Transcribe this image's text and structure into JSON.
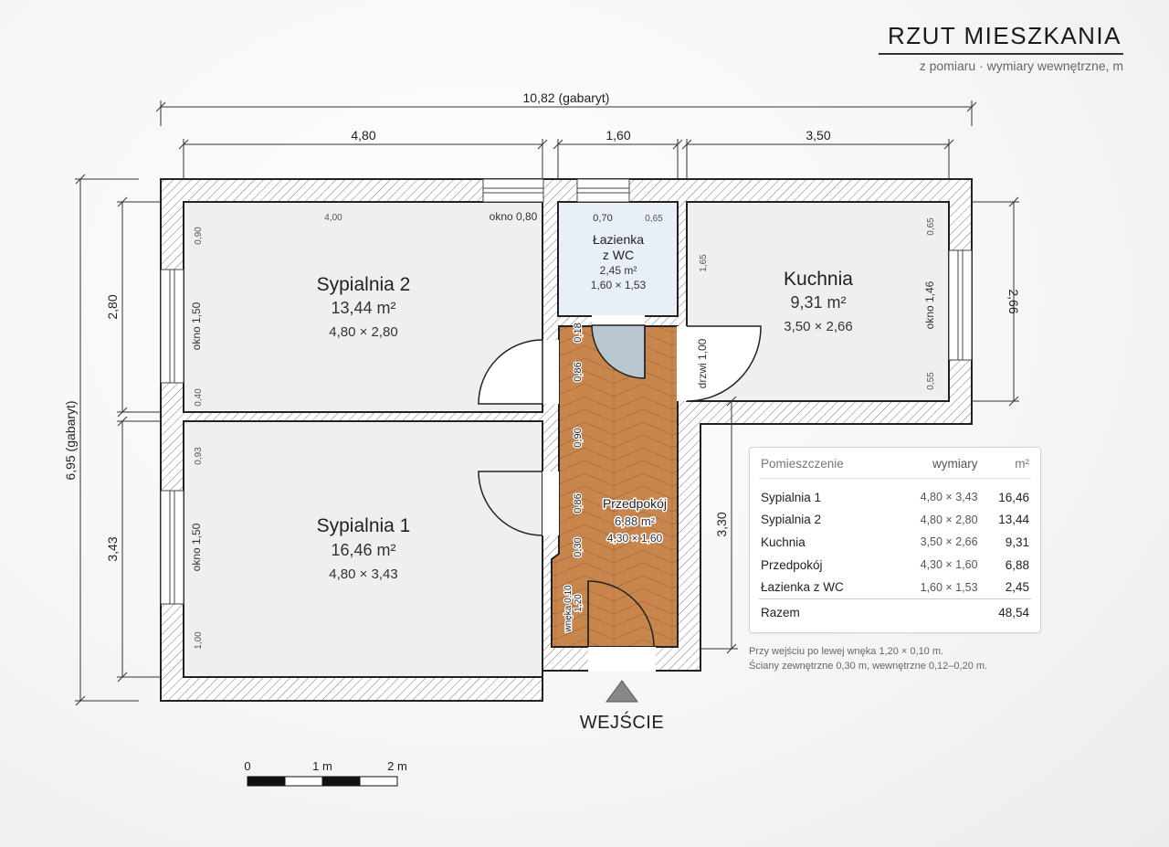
{
  "title": "RZUT MIESZKANIA",
  "subtitle": "z pomiaru · wymiary wewnętrzne, m",
  "dimensions": {
    "overall_width": "10,82 (gabaryt)",
    "overall_height": "6,95 (gabaryt)",
    "seg1": "4,80",
    "seg2": "1,60",
    "seg3": "3,50",
    "left_top": "2,80",
    "left_bottom": "3,43",
    "right_kitchen": "2,66",
    "hall_right": "3,30"
  },
  "rooms": {
    "bedroom2": {
      "name": "Sypialnia 2",
      "area": "13,44 m²",
      "dims": "4,80 × 2,80"
    },
    "bedroom1": {
      "name": "Sypialnia 1",
      "area": "16,46 m²",
      "dims": "4,80 × 3,43"
    },
    "kitchen": {
      "name": "Kuchnia",
      "area": "9,31 m²",
      "dims": "3,50 × 2,66"
    },
    "bathroom": {
      "name_line1": "Łazienka",
      "name_line2": "z WC",
      "area": "2,45 m²",
      "dims": "1,60 × 1,53"
    },
    "hall": {
      "name": "Przedpokój",
      "area": "6,88 m²",
      "dims": "4,30 × 1,60"
    }
  },
  "annotations": {
    "b2_top": "4,00",
    "b2_window_top": "okno 0,80",
    "b2_left_top": "0,90",
    "b2_left_window": "okno 1,50",
    "b2_left_bottom": "0,40",
    "b1_left_top": "0,93",
    "b1_left_window": "okno 1,50",
    "b1_left_bottom": "1,00",
    "bath_top_left": "0,70",
    "bath_top_right": "0,65",
    "kitchen_left": "1,65",
    "kitchen_door": "drzwi 1,00",
    "kitchen_right_top": "0,65",
    "kitchen_window": "okno 1,46",
    "kitchen_right_bottom": "0,55",
    "hall_018": "0,18",
    "hall_086a": "0,86",
    "hall_090": "0,90",
    "hall_086b": "0,86",
    "hall_030": "0,30",
    "hall_niche_a": "wnęka 0,10",
    "hall_niche_b": "1,20"
  },
  "entrance": "WEJŚCIE",
  "scale": {
    "l0": "0",
    "l1": "1 m",
    "l2": "2 m"
  },
  "legend": {
    "headers": [
      "Pomieszczenie",
      "wymiary",
      "m²"
    ],
    "rows": [
      {
        "room": "Sypialnia 1",
        "dims": "4,80 × 3,43",
        "area": "16,46"
      },
      {
        "room": "Sypialnia 2",
        "dims": "4,80 × 2,80",
        "area": "13,44"
      },
      {
        "room": "Kuchnia",
        "dims": "3,50 × 2,66",
        "area": "9,31"
      },
      {
        "room": "Przedpokój",
        "dims": "4,30 × 1,60",
        "area": "6,88"
      },
      {
        "room": "Łazienka z WC",
        "dims": "1,60 × 1,53",
        "area": "2,45"
      }
    ],
    "total_label": "Razem",
    "total_value": "48,54"
  },
  "notes": [
    "Przy wejściu po lewej wnęka 1,20 × 0,10 m.",
    "Ściany zewnętrzne 0,30 m, wewnętrzne 0,12–0,20 m."
  ],
  "colors": {
    "hall_floor": "#c8864c",
    "bathroom_floor": "#e9eff7",
    "room_floor": "#efefef",
    "wall_line": "#222222"
  }
}
